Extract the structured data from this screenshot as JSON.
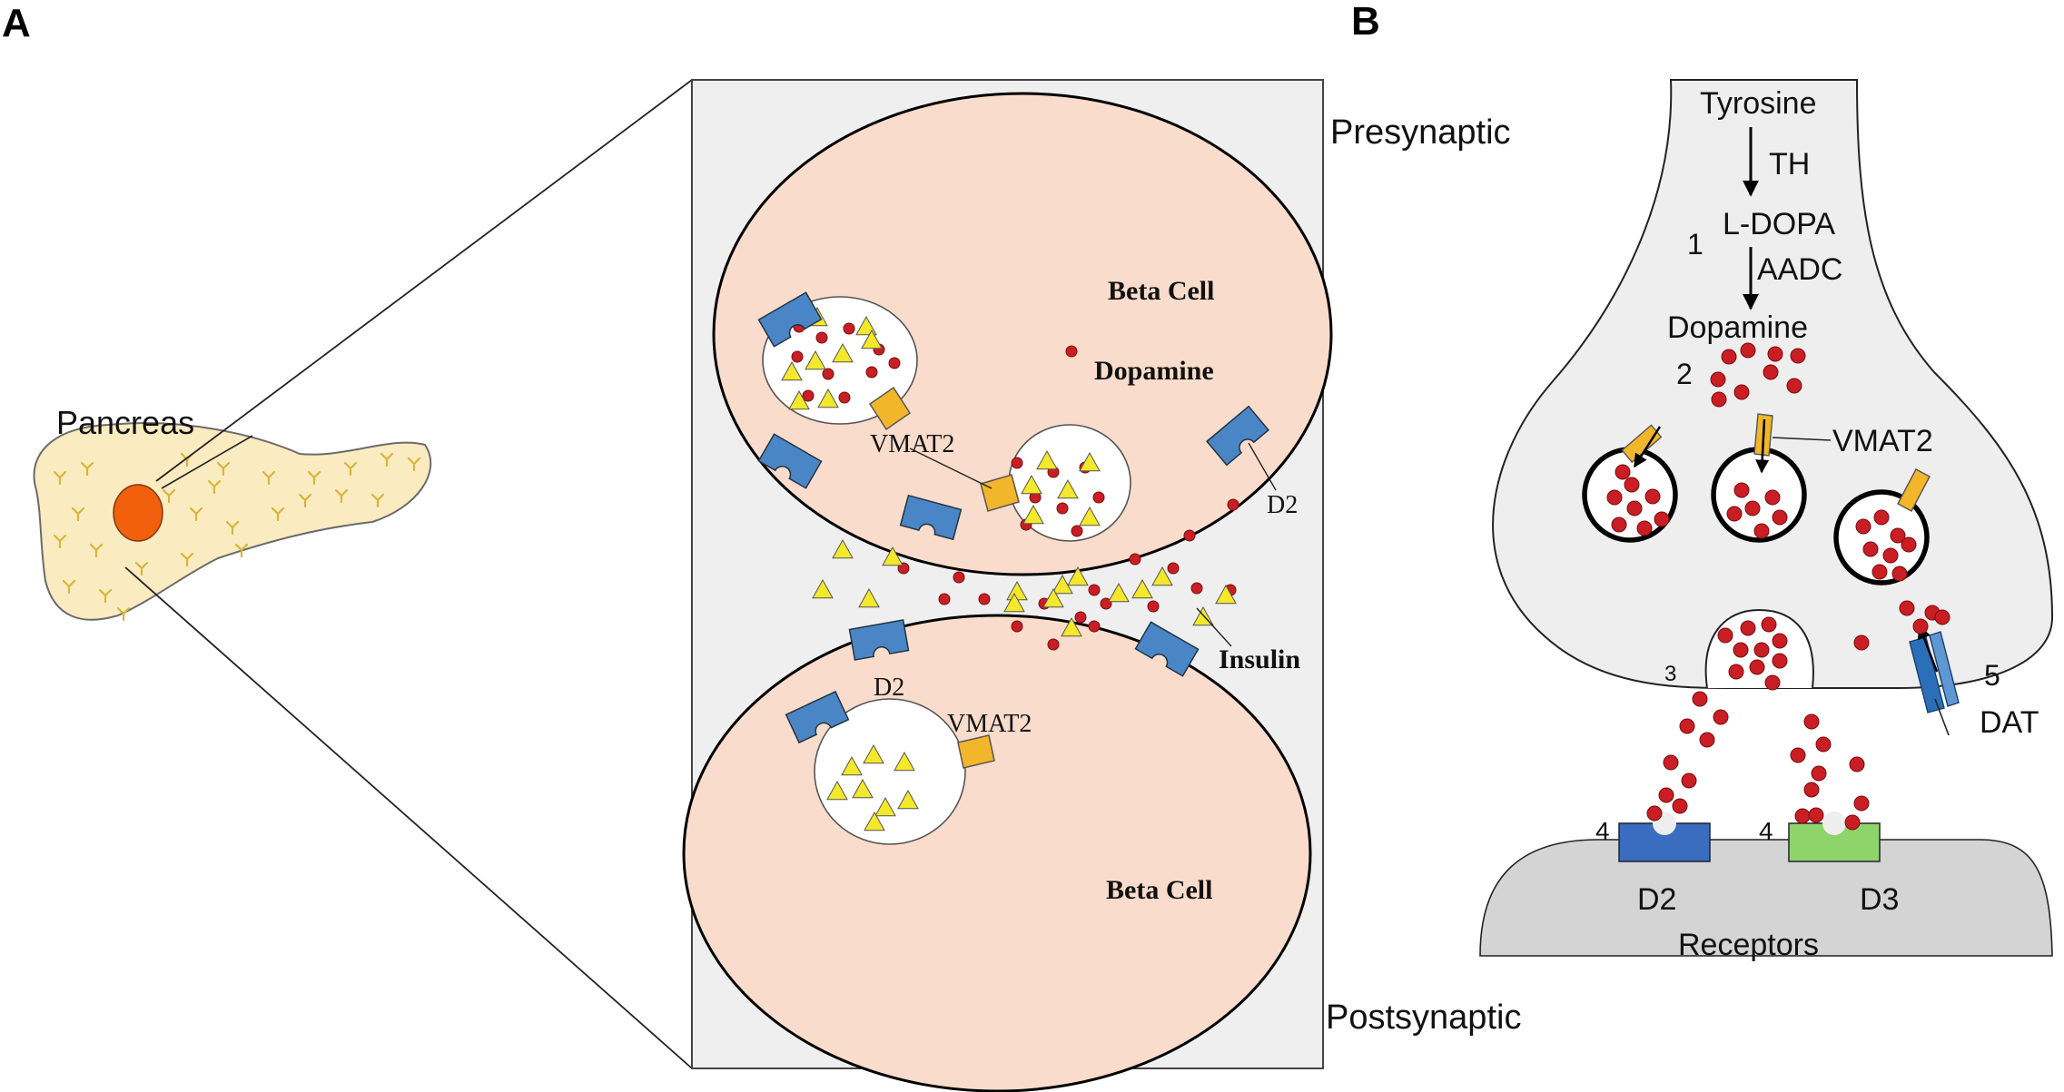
{
  "panel_a": {
    "letter": "A",
    "pancreas_label": "Pancreas",
    "presynaptic_label": "Presynaptic",
    "postsynaptic_label": "Postsynaptic",
    "top_cell_label": "Beta Cell",
    "bottom_cell_label": "Beta Cell",
    "dopamine_label": "Dopamine",
    "insulin_label": "Insulin",
    "vmat2_top_label": "VMAT2",
    "vmat2_bottom_label": "VMAT2",
    "d2_right_label": "D2",
    "d2_bottom_label": "D2"
  },
  "panel_b": {
    "letter": "B",
    "tyrosine": "Tyrosine",
    "enzyme_1": "TH",
    "ldopa": "L-DOPA",
    "step_1": "1",
    "enzyme_2": "AADC",
    "dopamine": "Dopamine",
    "step_2": "2",
    "vmat2": "VMAT2",
    "step_3": "3",
    "step_4_left": "4",
    "step_4_right": "4",
    "step_5": "5",
    "dat": "DAT",
    "receptor_d2": "D2",
    "receptor_d3": "D3",
    "receptors": "Receptors"
  },
  "colors": {
    "cell_fill": "#f9dccb",
    "box_fill": "#efefef",
    "terminal_fill": "#eeeeee",
    "postsyn_fill": "#d4d4d4",
    "dopamine_red": "#c81e24",
    "insulin_yellow": "#f3e82b",
    "vmat2_orange": "#f2b62a",
    "d2_blue": "#4a86c5",
    "d3_green": "#8fd46b",
    "dat_blue": "#2c6fb9",
    "pancreas_fill": "#fbebc0",
    "islet_orange": "#f2600d"
  }
}
